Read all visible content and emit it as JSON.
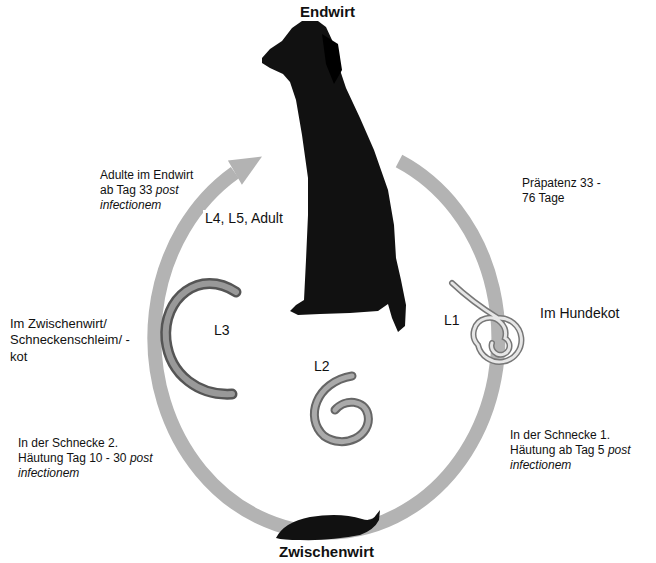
{
  "diagram": {
    "labels": [
      "Endwirt",
      "Adulte im Endwirt ab Tag 33",
      "post infectionem",
      "Präpatenz 33 - 76 Tage",
      "L4, L5, Adult",
      "L1",
      "Im Hundekot",
      "L2",
      "L3",
      "Im Zwischenwirt/ Schneckenschleim/ -kot",
      "In der Schnecke 2. Häutung Tag 10 - 30",
      "post infectionem",
      "In der Schnecke 1. Häutung ab Tag 5",
      "post infectionem",
      "Zwischenwirt"
    ]
  }
}
